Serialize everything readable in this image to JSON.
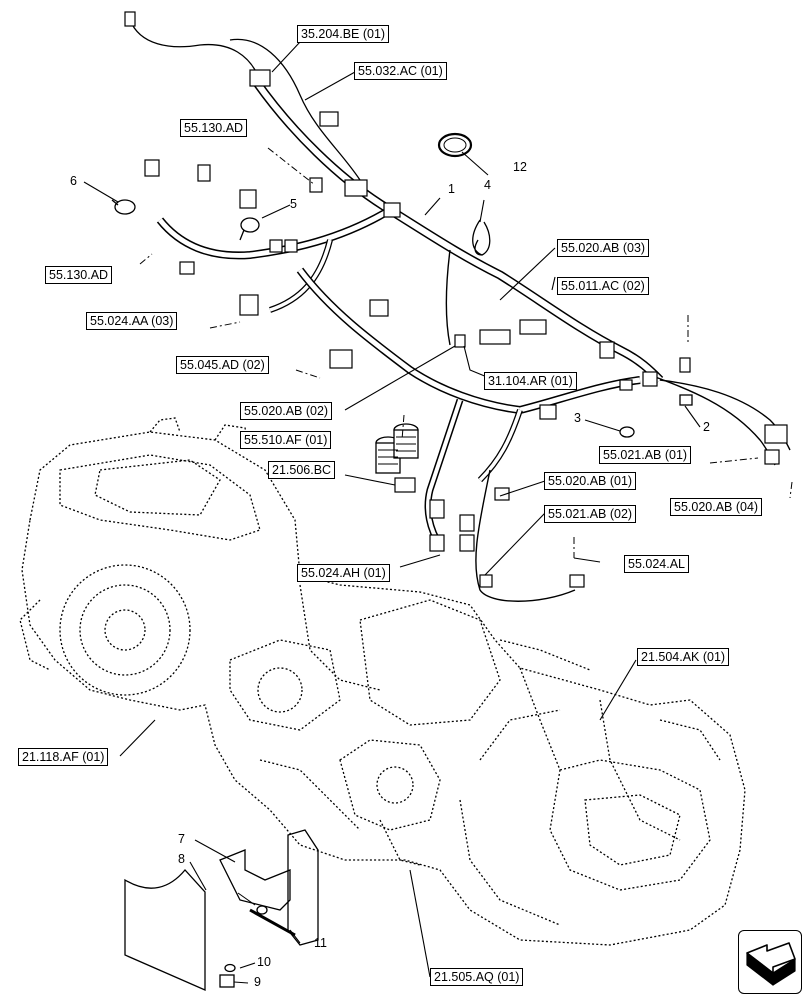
{
  "refs": {
    "r1": "35.204.BE (01)",
    "r2": "55.032.AC (01)",
    "r3": "55.130.AD",
    "r4": "55.130.AD",
    "r5": "55.024.AA (03)",
    "r6": "55.045.AD (02)",
    "r7": "55.020.AB (03)",
    "r8": "55.011.AC (02)",
    "r9": "31.104.AR (01)",
    "r10": "55.020.AB (02)",
    "r11": "55.510.AF (01)",
    "r12": "21.506.BC",
    "r13": "55.021.AB (01)",
    "r14": "55.020.AB (01)",
    "r15": "55.020.AB (04)",
    "r16": "55.021.AB (02)",
    "r17": "55.024.AH (01)",
    "r18": "55.024.AL",
    "r19": "21.504.AK (01)",
    "r20": "21.118.AF (01)",
    "r21": "21.505.AQ (01)"
  },
  "items": {
    "n1": "1",
    "n2": "2",
    "n3": "3",
    "n4": "4",
    "n5": "5",
    "n6": "6",
    "n7": "7",
    "n8": "8",
    "n9": "9",
    "n10": "10",
    "n11": "11",
    "n12": "12"
  },
  "icons": {
    "nav": "next-page-arrow-icon"
  }
}
